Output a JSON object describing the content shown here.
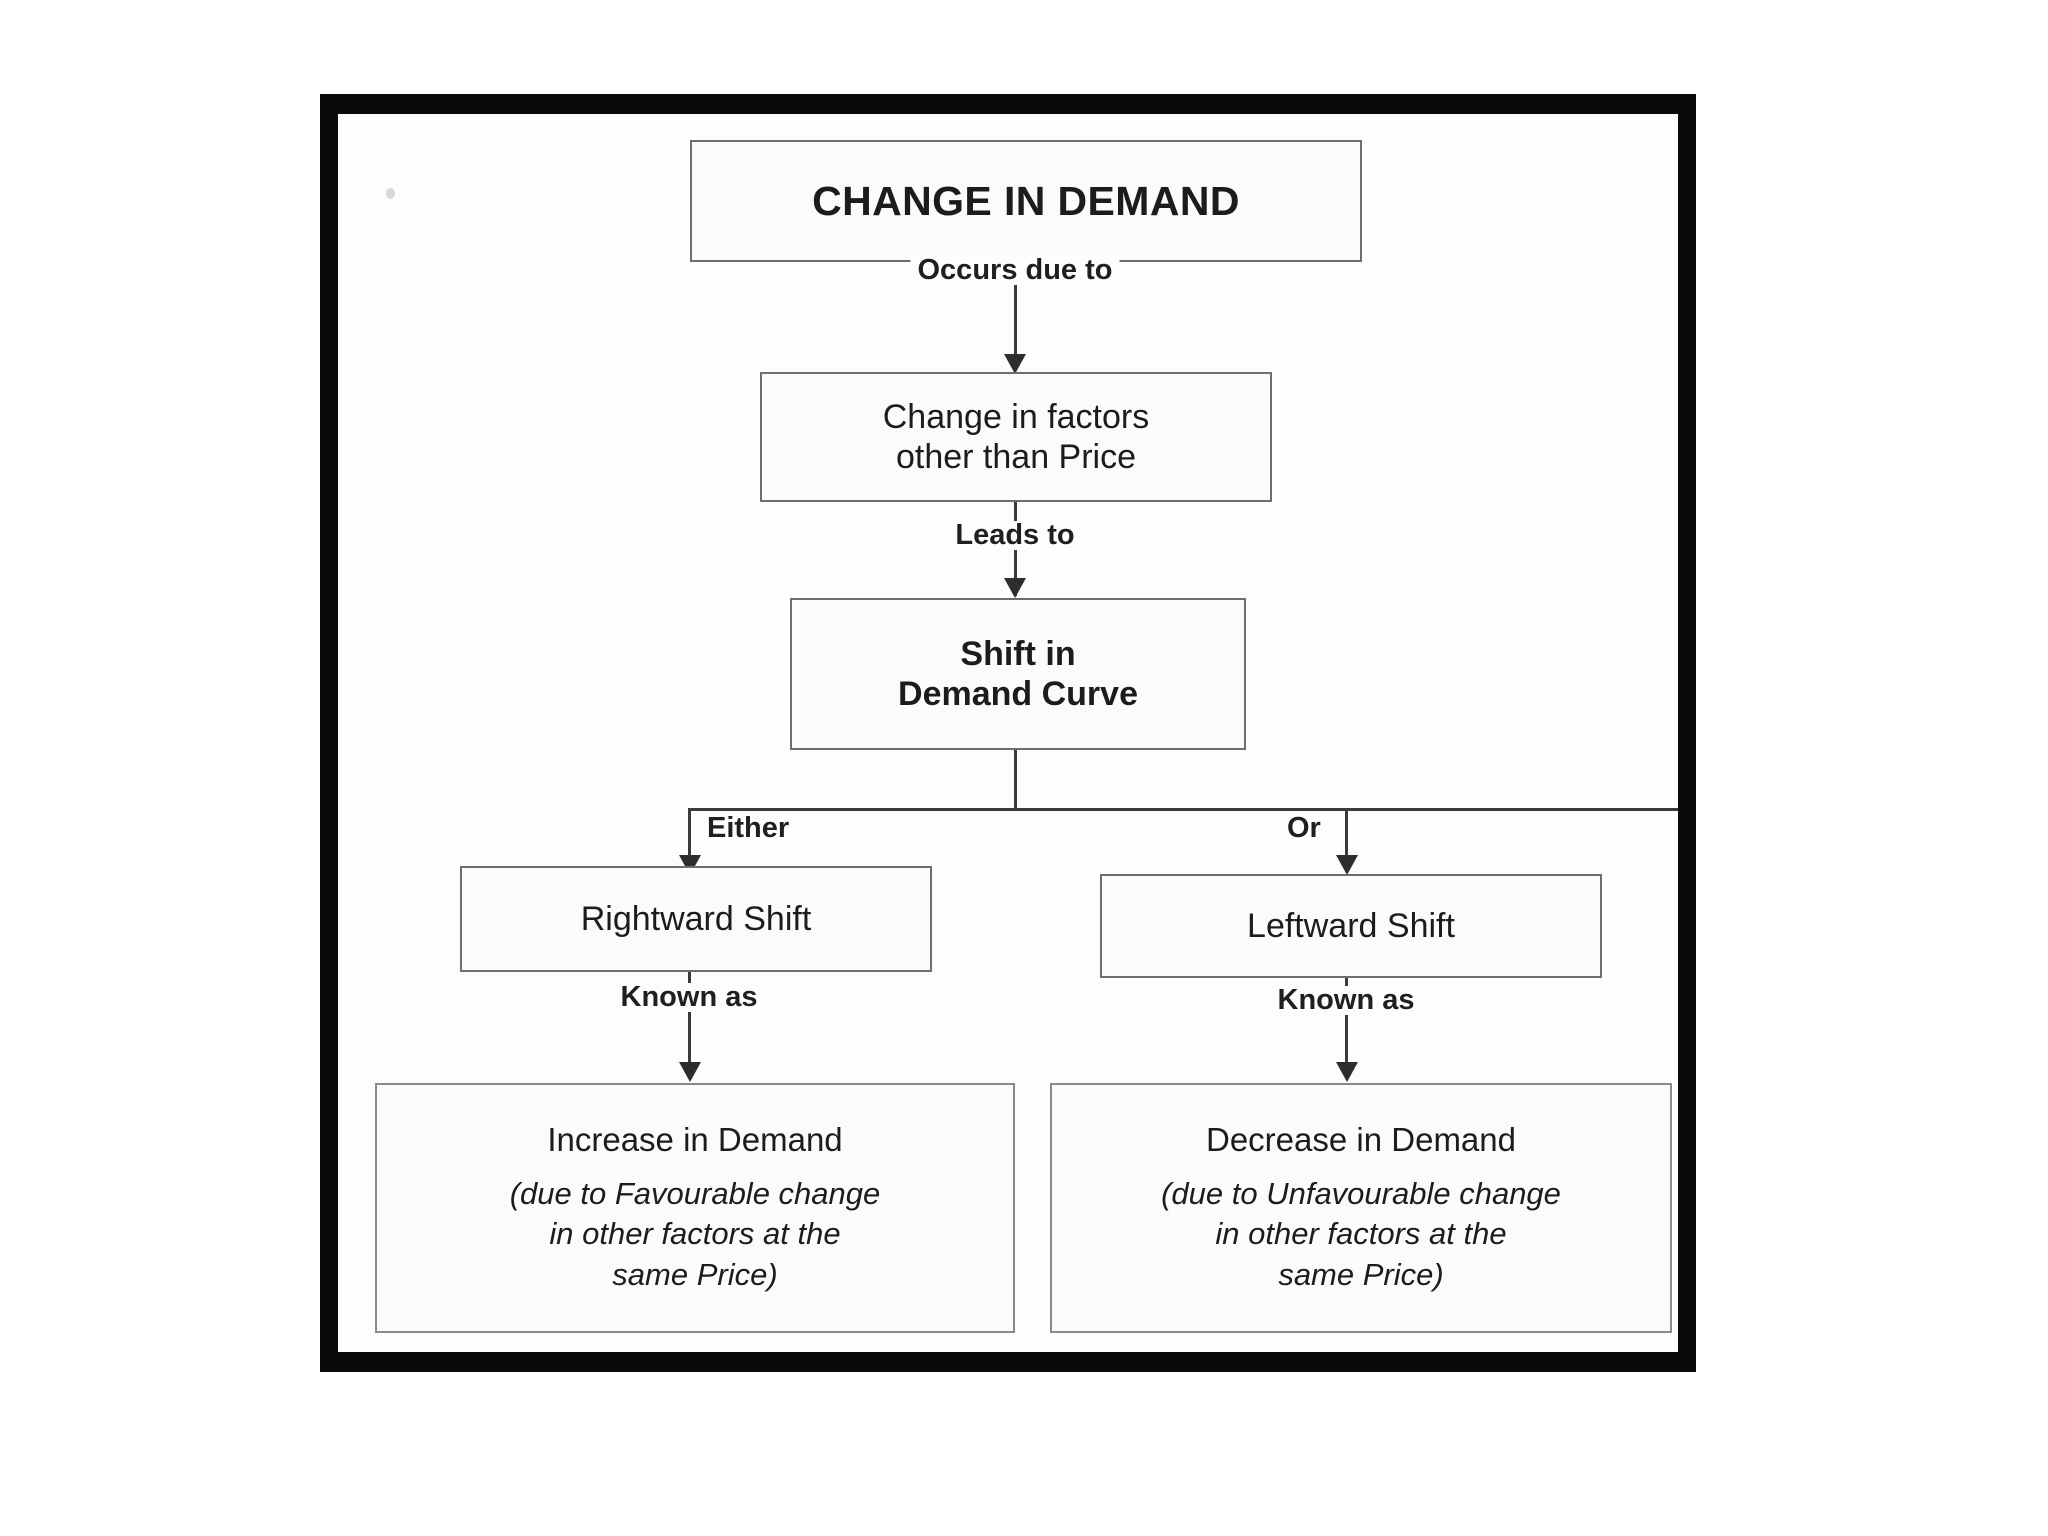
{
  "diagram": {
    "title": "CHANGE IN DEMAND",
    "nodes": {
      "root": {
        "label": "CHANGE IN DEMAND"
      },
      "factors": {
        "line1": "Change in factors",
        "line2": "other than Price"
      },
      "shift": {
        "line1": "Shift in",
        "line2": "Demand Curve"
      },
      "rightward": {
        "label": "Rightward Shift"
      },
      "leftward": {
        "label": "Leftward Shift"
      },
      "increase": {
        "heading": "Increase in Demand",
        "note_line1": "(due to Favourable change",
        "note_line2": "in other factors at the",
        "note_line3": "same Price)"
      },
      "decrease": {
        "heading": "Decrease in Demand",
        "note_line1": "(due to Unfavourable change",
        "note_line2": "in other factors at the",
        "note_line3": "same Price)"
      }
    },
    "edges": {
      "root_to_factors": "Occurs due to",
      "factors_to_shift": "Leads to",
      "shift_to_rightward": "Either",
      "shift_to_leftward": "Or",
      "rightward_to_increase": "Known as",
      "leftward_to_decrease": "Known as"
    },
    "colors": {
      "frame": "#0a0a0a",
      "page": "#fdfdfd",
      "box_border": "#6e6e6e",
      "connector": "#3a3a3a",
      "text": "#1c1c1c"
    }
  }
}
